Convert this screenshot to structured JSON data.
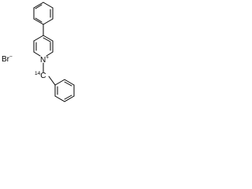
{
  "molecule": {
    "counter_ion": {
      "symbol": "Br",
      "charge": "−"
    },
    "ring_nitrogen": {
      "symbol": "N",
      "charge": "+"
    },
    "labeled_carbon": {
      "isotope": "14",
      "symbol": "C"
    }
  }
}
